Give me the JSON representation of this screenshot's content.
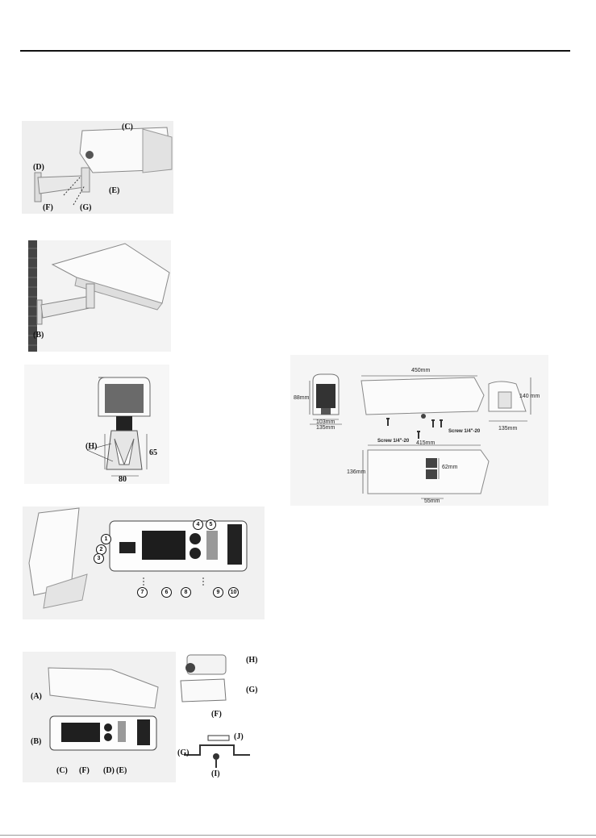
{
  "figure1": {
    "labels": [
      "(C)",
      "(D)",
      "(E)",
      "(F)",
      "(G)"
    ]
  },
  "figure2": {
    "labels": [
      "(B)"
    ]
  },
  "figure3": {
    "labels": [
      "(H)"
    ],
    "dims": [
      "65",
      "80"
    ]
  },
  "figure4": {
    "callouts": [
      "1",
      "2",
      "3",
      "4",
      "5",
      "6",
      "7",
      "8",
      "9",
      "10"
    ]
  },
  "figure5": {
    "labels": [
      "(A)",
      "(B)",
      "(C)",
      "(F)",
      "(D)",
      "(E)",
      "(H)",
      "(G)",
      "(F)",
      "(J)",
      "(G)",
      "(I)"
    ]
  },
  "figure6": {
    "dims": [
      "450mm",
      "88mm",
      "103mm",
      "135mm",
      "140 mm",
      "135mm",
      "415mm",
      "136mm",
      "62mm",
      "55mm"
    ],
    "screws": [
      "Screw 1/4\"-20",
      "Screw 1/4\"-20"
    ]
  }
}
